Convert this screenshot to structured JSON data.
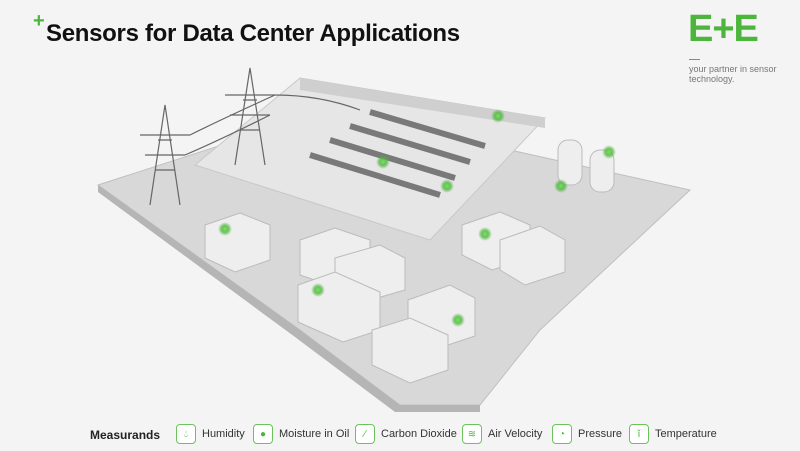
{
  "header": {
    "title": "Sensors for Data Center Applications"
  },
  "logo": {
    "brand": "E+E",
    "tagline": "your partner in sensor technology."
  },
  "colors": {
    "accent": "#4cb63c"
  },
  "measurands": {
    "label": "Measurands",
    "items": [
      {
        "label": "Humidity",
        "icon": "humidity-drop-icon"
      },
      {
        "label": "Moisture in Oil",
        "icon": "oil-drop-icon"
      },
      {
        "label": "Carbon Dioxide",
        "icon": "co2-molecule-icon"
      },
      {
        "label": "Air Velocity",
        "icon": "wind-icon"
      },
      {
        "label": "Pressure",
        "icon": "gauge-icon"
      },
      {
        "label": "Temperature",
        "icon": "thermometer-icon"
      }
    ]
  }
}
